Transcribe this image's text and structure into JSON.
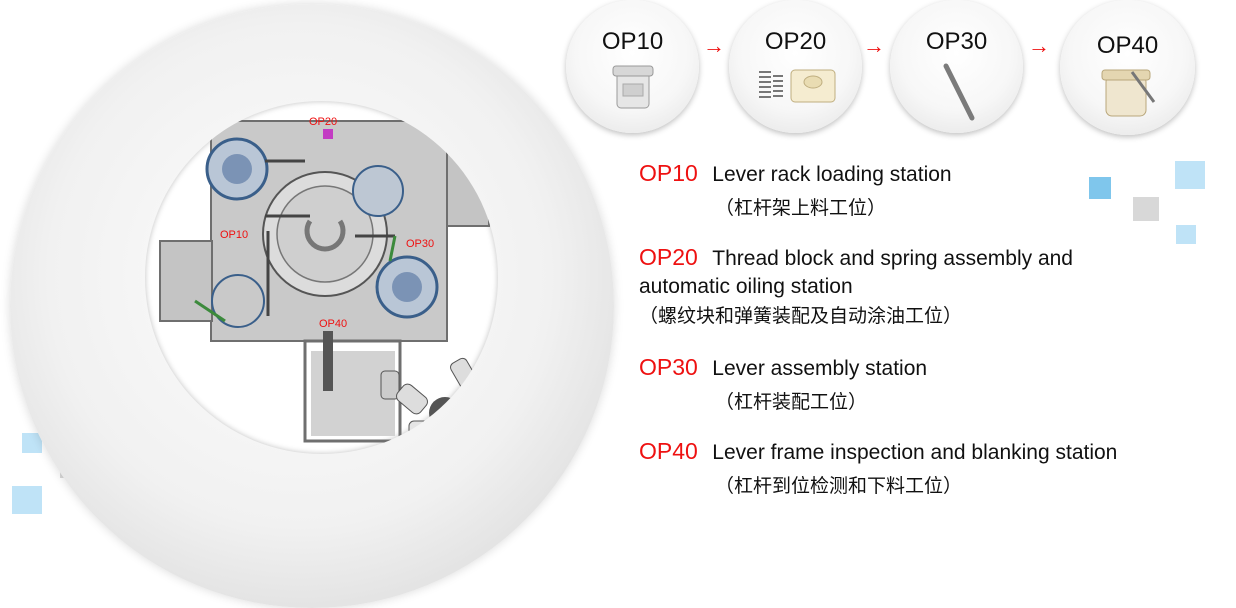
{
  "stations": [
    {
      "code": "OP10",
      "description": "Lever rack loading station",
      "description_cn": "（杠杆架上料工位）"
    },
    {
      "code": "OP20",
      "description": "Thread block and spring assembly and",
      "description_line2": "automatic oiling station",
      "description_cn": "（螺纹块和弹簧装配及自动涂油工位）"
    },
    {
      "code": "OP30",
      "description": "Lever assembly station",
      "description_cn": "（杠杆装配工位）"
    },
    {
      "code": "OP40",
      "description": "Lever frame inspection and blanking station",
      "description_cn": "（杠杆到位检测和下料工位）"
    }
  ],
  "flow": {
    "bubbles": [
      "OP10",
      "OP20",
      "OP30",
      "OP40"
    ],
    "arrow": "→"
  },
  "layout_labels": {
    "op20": "OP20",
    "op10": "OP10",
    "op30": "OP30",
    "op40": "OP40"
  },
  "colors": {
    "accent_red": "#ee1111",
    "square_blue": "#7fc6ec",
    "square_light_blue": "#bfe3f7",
    "square_grey": "#d8d8d8"
  }
}
